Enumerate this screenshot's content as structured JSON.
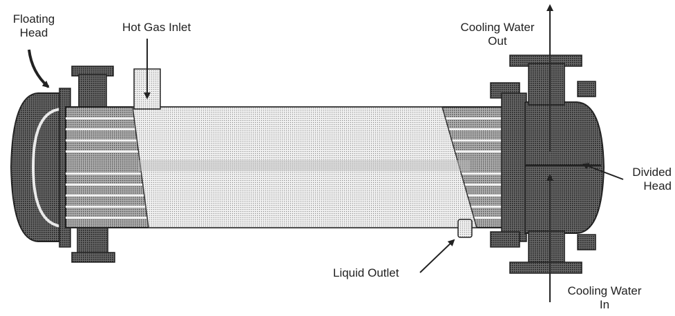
{
  "labels": {
    "floating_head": [
      "Floating",
      "Head"
    ],
    "hot_gas_inlet": "Hot Gas Inlet",
    "cooling_water_out": [
      "Cooling Water",
      "Out"
    ],
    "divided_head": [
      "Divided",
      "Head"
    ],
    "liquid_outlet": "Liquid Outlet",
    "cooling_water_in": [
      "Cooling Water",
      "In"
    ]
  },
  "colors": {
    "ink": "#222222",
    "dark_fill": "#4a4a4a",
    "mid_fill": "#8c8c8c",
    "light_fill": "#d4d4d4",
    "background": "#ffffff"
  }
}
